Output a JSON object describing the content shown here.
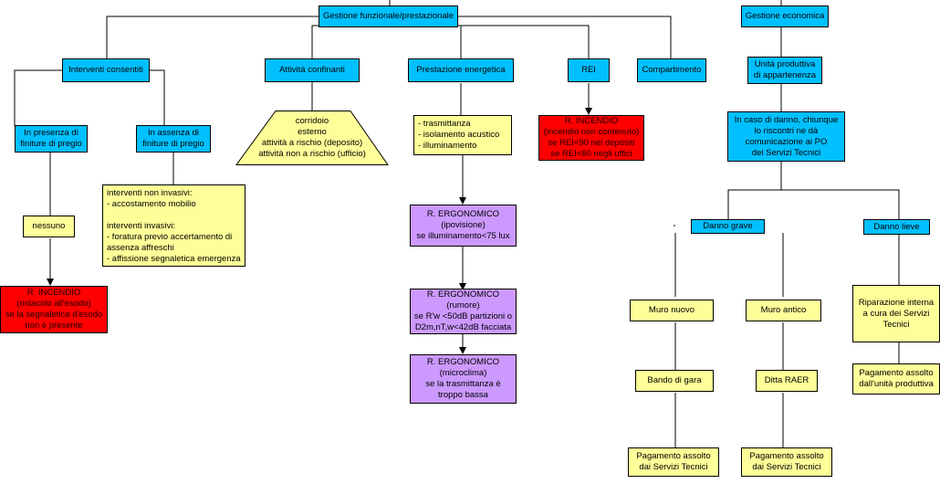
{
  "colors": {
    "blue": "#00c0ff",
    "yellow": "#ffff99",
    "red": "#ff0000",
    "purple": "#cc99ff",
    "line": "#000000"
  },
  "nodes": {
    "gestione_funzionale": "Gestione funzionale/prestazionale",
    "gestione_economica": "Gestione economica",
    "interventi_consentiti": "Interventi consentiti",
    "attivita_confinanti": "Attività confinanti",
    "prestazione_energetica": "Prestazione energetica",
    "rei": "REI",
    "compartimento": "Compartimento",
    "unita_produttiva": "Unità produttiva\ndi appartenenza",
    "in_presenza": "In presenza di\nfiniture di pregio",
    "in_assenza": "In assenza di\nfiniture di pregio",
    "corridoio": "corridoio\nesterno\nattività a rischio (deposito)\nattività non a rischio (ufficio)",
    "trasmittanza_list": "- trasmittanza\n- isolamento acustico\n- illuminamento",
    "r_incendio_rei": "R. INCENDIO\n(incendio non contenuto)\nse REI<90 nei depositi\nse REI<60 negli uffici",
    "caso_danno": "In caso di danno, chiunque\nlo riscontri ne dà\ncomunicazione ai PO\ndei Servizi Tecnici",
    "nessuno": "nessuno",
    "interventi_list": "interventi non invasivi:\n- accostamento mobilio\n\ninterventi invasivi:\n- foratura previo accertamento di\nassenza affreschi\n- affissione segnaletica emergenza",
    "danno_grave": "Danno grave",
    "danno_lieve": "Danno lieve",
    "ergo_ipovisione": "R. ERGONOMICO\n(ipovisione)\nse illuminamento<75 lux",
    "r_incendio_esodo": "R. INCENDIO\n(ostacolo all'esodo)\nse la segnaletica d'esodo\nnon è presente",
    "ergo_rumore": "R. ERGONOMICO\n(rumore)\nse R'w <50dB partizioni o\nD2m,nT,w<42dB facciata",
    "muro_nuovo": "Muro nuovo",
    "muro_antico": "Muro antico",
    "riparazione": "Riparazione interna\na cura dei Servizi\nTecnici",
    "ergo_microclima": "R. ERGONOMICO\n(microclima)\nse la trasmittanza è\ntroppo bassa",
    "bando": "Bando di gara",
    "ditta": "Ditta RAER",
    "pagamento_unita": "Pagamento assolto\ndall'unità produttiva",
    "pagamento_st_1": "Pagamento assolto\ndai Servizi Tecnici",
    "pagamento_st_2": "Pagamento assolto\ndai Servizi Tecnici"
  }
}
